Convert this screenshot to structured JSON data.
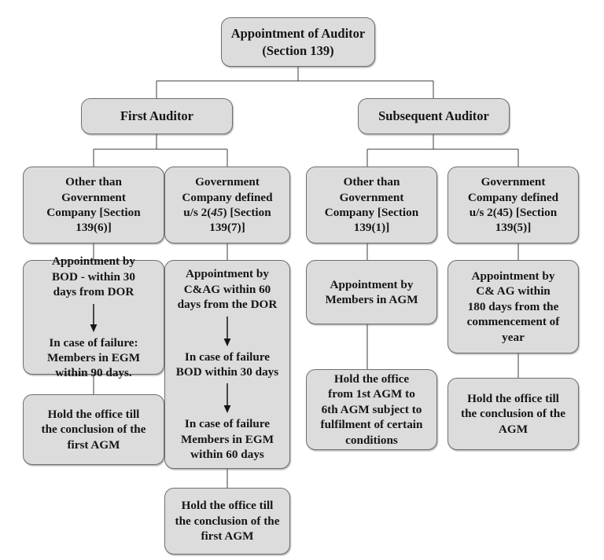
{
  "diagram": {
    "title": "Appointment of Auditor flowchart",
    "colors": {
      "box_fill": "#dcdcdc",
      "box_border": "#6e6e6e",
      "connector": "#3c3c3c",
      "text": "#151515",
      "background": "#ffffff"
    },
    "nodes": {
      "root": "Appointment of Auditor\n(Section 139)",
      "first_auditor": "First Auditor",
      "subsequent_auditor": "Subsequent Auditor",
      "c1_head": "Other than\nGovernment\nCompany [Section\n139(6)]",
      "c2_head_line1": "Government",
      "c2_head_line2": "Company defined",
      "c2_head_line3_a": "u/s 2(",
      "c2_head_line3_b": "45",
      "c2_head_line3_c": ") [Section",
      "c2_head_line4": "139(7)]",
      "c3_head": "Other than\nGovernment\nCompany [Section\n139(1)]",
      "c4_head": "Government\nCompany defined\nu/s 2(45) [Section\n139(5)]",
      "c1_step1": "Appointment by\nBOD - within 30\ndays from DOR",
      "c1_step2": "In case of failure:\nMembers in EGM\nwithin 90 days.",
      "c1_final": "Hold the office till\nthe conclusion of the\nfirst AGM",
      "c2_step1": "Appointment by\nC&AG within 60\ndays from the DOR",
      "c2_step2": "In case of failure\nBOD within 30 days",
      "c2_step3": "In case of failure\nMembers in EGM\nwithin 60 days",
      "c2_final": "Hold the office till\nthe conclusion of the\nfirst AGM",
      "c3_step1": "Appointment by\nMembers in AGM",
      "c3_final": "Hold the office\nfrom 1st AGM to\n6th AGM subject to\nfulfilment of certain\nconditions",
      "c4_step1": "Appointment by\nC& AG within\n180 days from the\ncommencement of\nyear",
      "c4_final": "Hold the office till\nthe conclusion of the\nAGM"
    }
  }
}
